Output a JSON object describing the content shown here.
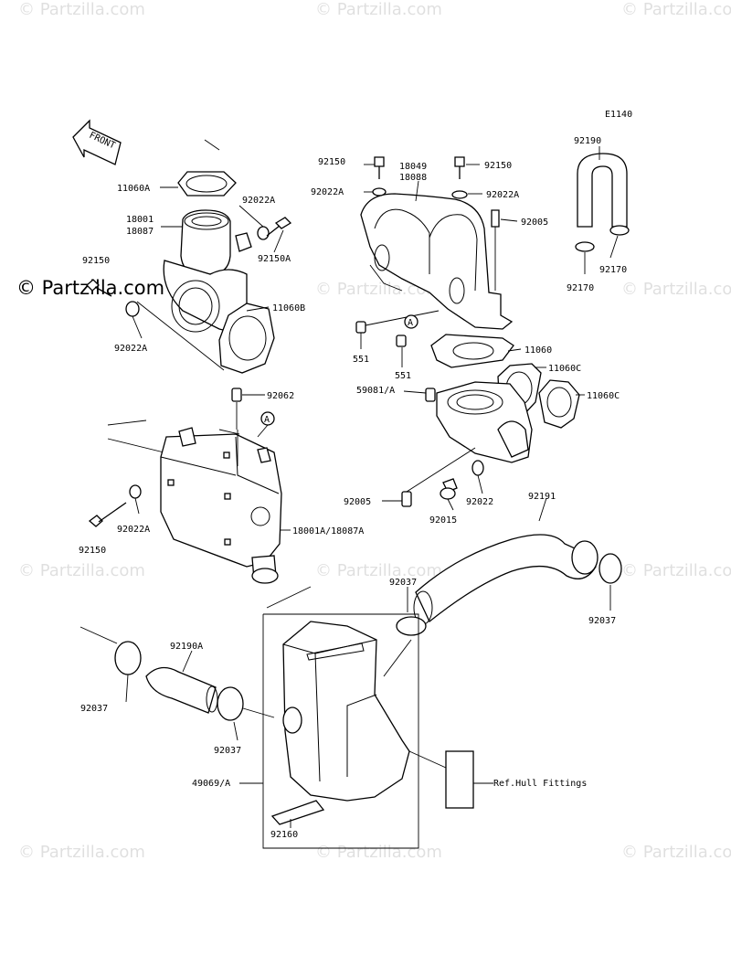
{
  "diagram_code": "E1140",
  "front_label": "FRONT",
  "watermark_text": "© Partzilla.com",
  "labels": {
    "11060A": "11060A",
    "18001_18087_a": "18001",
    "18001_18087_b": "18087",
    "92022A_top_left": "92022A",
    "92150A": "92150A",
    "92150_left": "92150",
    "11060B": "11060B",
    "92022A_left": "92022A",
    "92150_top_mid": "92150",
    "92022A_top_mid": "92022A",
    "18049": "18049",
    "18088": "18088",
    "92150_top_right": "92150",
    "92022A_top_right": "92022A",
    "92005_top": "92005",
    "92190": "92190",
    "92170_a": "92170",
    "92170_b": "92170",
    "551_a": "551",
    "551_b": "551",
    "11060": "11060",
    "11060C_a": "11060C",
    "11060C_b": "11060C",
    "59081A": "59081/A",
    "92062": "92062",
    "callout_A": "A",
    "92022A_mid": "92022A",
    "92150_mid": "92150",
    "18001A_18087A": "18001A/18087A",
    "92005_mid": "92005",
    "92015": "92015",
    "92022": "92022",
    "92191": "92191",
    "92037_center": "92037",
    "92037_right": "92037",
    "92190A": "92190A",
    "92037_left": "92037",
    "92037_lower": "92037",
    "49069A": "49069/A",
    "92160": "92160",
    "ref_hull": "Ref.Hull Fittings"
  }
}
